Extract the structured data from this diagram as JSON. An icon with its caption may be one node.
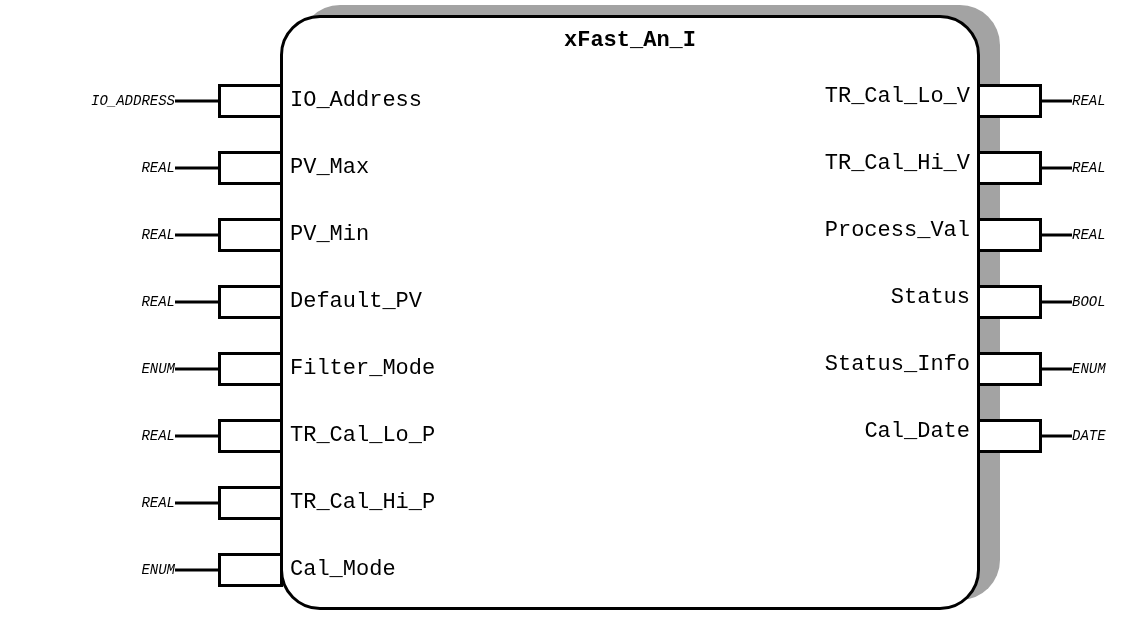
{
  "diagram": {
    "nodes": [
      {
        "text": [
          "xFast_An_I"
        ]
      },
      {
        "text": [
          "IO_ADDRESS"
        ]
      },
      {
        "text": [],
        "shape": "box",
        "beside": [
          "IO_Address"
        ]
      },
      {
        "text": [
          "REAL"
        ]
      },
      {
        "text": [],
        "shape": "box",
        "beside": [
          "PV_Max"
        ]
      },
      {
        "text": [
          "REAL"
        ]
      },
      {
        "text": [],
        "shape": "box",
        "beside": [
          "PV_Min"
        ]
      },
      {
        "text": [
          "REAL"
        ]
      },
      {
        "text": [],
        "shape": "box",
        "beside": [
          "Default_PV"
        ]
      },
      {
        "text": [
          "ENUM"
        ]
      },
      {
        "text": [],
        "shape": "box",
        "beside": [
          "Filter_Mode"
        ]
      },
      {
        "text": [
          "REAL"
        ]
      },
      {
        "text": [],
        "shape": "box",
        "beside": [
          "TR_Cal_Lo_P"
        ]
      },
      {
        "text": [
          "REAL"
        ]
      },
      {
        "text": [],
        "shape": "box",
        "beside": [
          "TR_Cal_Hi_P"
        ]
      },
      {
        "text": [
          "ENUM"
        ]
      },
      {
        "text": [],
        "shape": "box",
        "beside": [
          "Cal_Mode"
        ]
      },
      {
        "text": [],
        "shape": "box",
        "beside": [
          "TR_Cal_Lo_V"
        ]
      },
      {
        "text": [
          "REAL"
        ]
      },
      {
        "text": [],
        "shape": "box",
        "beside": [
          "TR_Cal_Hi_V"
        ]
      },
      {
        "text": [
          "REAL"
        ]
      },
      {
        "text": [],
        "shape": "box",
        "beside": [
          "Process_Val"
        ]
      },
      {
        "text": [
          "REAL"
        ]
      },
      {
        "text": [],
        "shape": "box",
        "beside": [
          "Status"
        ]
      },
      {
        "text": [
          "BOOL"
        ]
      },
      {
        "text": [],
        "shape": "box",
        "beside": [
          "Status_Info"
        ]
      },
      {
        "text": [
          "ENUM"
        ]
      },
      {
        "text": [],
        "shape": "box",
        "beside": [
          "Cal_Date"
        ]
      },
      {
        "text": [
          "DATE"
        ]
      }
    ],
    "edges": [
      {
        "from": 1,
        "to": 2,
        "arrow": "none"
      },
      {
        "from": 3,
        "to": 4,
        "arrow": "none"
      },
      {
        "from": 5,
        "to": 6,
        "arrow": "none"
      },
      {
        "from": 7,
        "to": 8,
        "arrow": "none"
      },
      {
        "from": 9,
        "to": 10,
        "arrow": "none"
      },
      {
        "from": 11,
        "to": 12,
        "arrow": "none"
      },
      {
        "from": 13,
        "to": 14,
        "arrow": "none"
      },
      {
        "from": 15,
        "to": 16,
        "arrow": "none"
      },
      {
        "from": 17,
        "to": 18,
        "arrow": "none"
      },
      {
        "from": 19,
        "to": 20,
        "arrow": "none"
      },
      {
        "from": 21,
        "to": 22,
        "arrow": "none"
      },
      {
        "from": 23,
        "to": 24,
        "arrow": "none"
      },
      {
        "from": 25,
        "to": 26,
        "arrow": "none"
      },
      {
        "from": 27,
        "to": 28,
        "arrow": "none"
      }
    ]
  }
}
